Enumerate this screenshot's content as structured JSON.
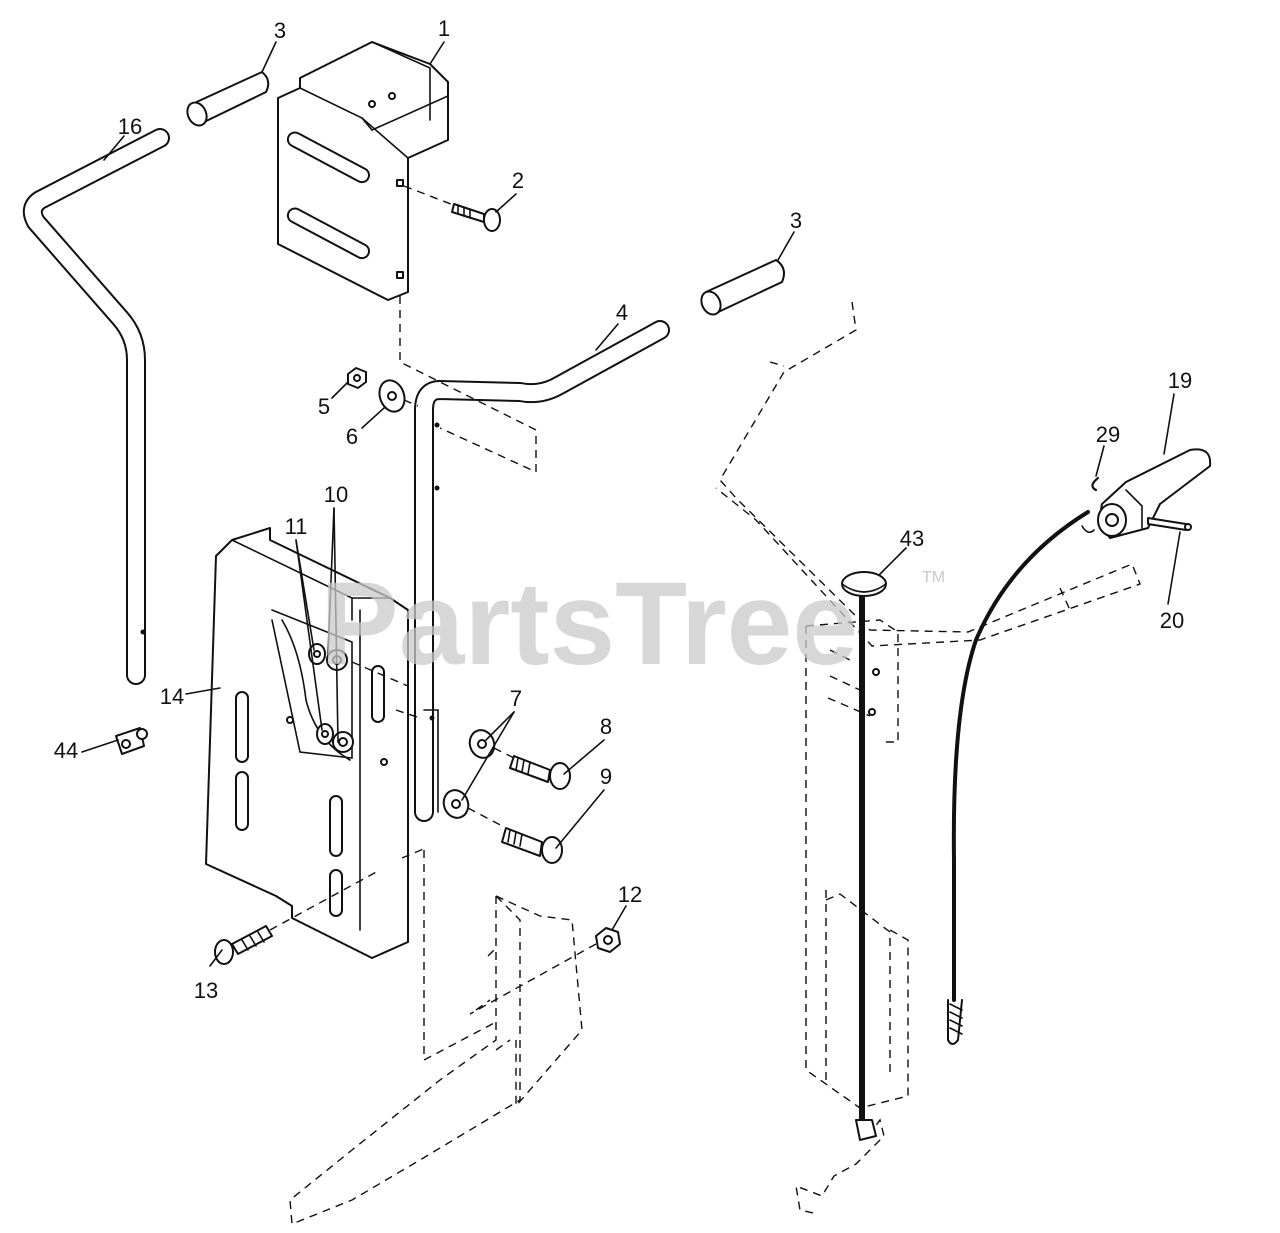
{
  "watermark": {
    "text": "PartsTree",
    "trademark": "TM",
    "color": "#c9c9c9"
  },
  "callouts": {
    "c1": "1",
    "c2": "2",
    "c3a": "3",
    "c3b": "3",
    "c4": "4",
    "c5": "5",
    "c6": "6",
    "c7": "7",
    "c8": "8",
    "c9": "9",
    "c10": "10",
    "c11": "11",
    "c12": "12",
    "c13": "13",
    "c14": "14",
    "c16": "16",
    "c19": "19",
    "c20": "20",
    "c29": "29",
    "c43": "43",
    "c44": "44"
  }
}
